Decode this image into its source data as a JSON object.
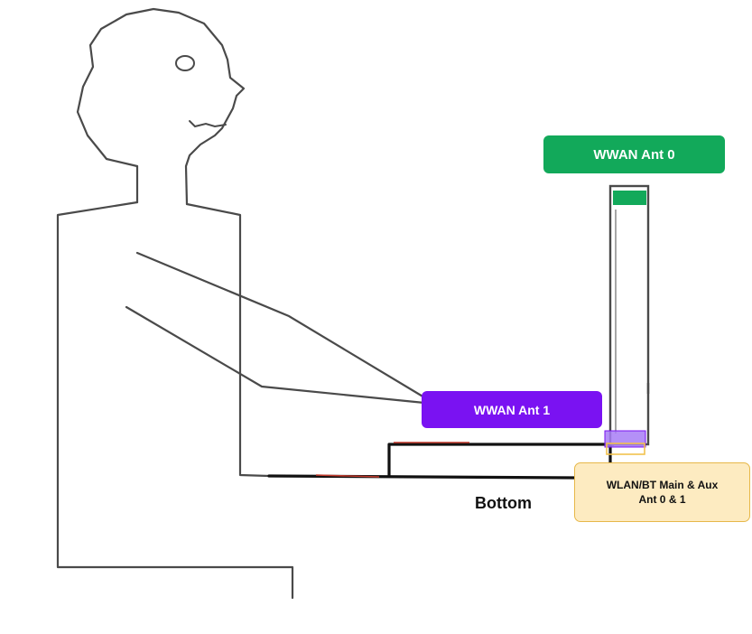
{
  "labels": {
    "wwan_ant0": "WWAN Ant 0",
    "wwan_ant1": "WWAN Ant 1",
    "wlan_bt_line1": "WLAN/BT  Main & Aux",
    "wlan_bt_line2": "Ant 0 & 1",
    "bottom": "Bottom"
  },
  "colors": {
    "wwan_ant0": "#12a95a",
    "wwan_ant1": "#7a12f2",
    "wlan_bt_fill": "#fdebc1",
    "wlan_bt_border": "#e7b84a",
    "wwan_ant1_marker": "#a77cf6",
    "wlan_bt_marker": "#f2c14e",
    "outline": "#4a4a4a",
    "base": "#111111",
    "cable_accent": "#c0392b"
  }
}
